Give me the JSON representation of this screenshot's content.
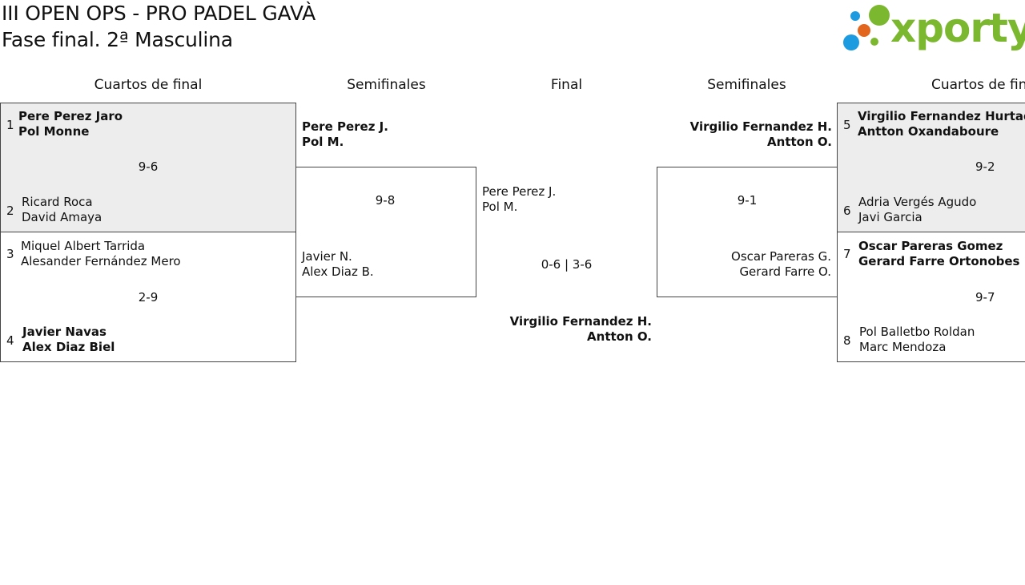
{
  "header": {
    "title": "III OPEN OPS - PRO PADEL GAVÀ",
    "subtitle": "Fase final. 2ª Masculina"
  },
  "logo": {
    "text": "xporty",
    "color": "#7cb82f",
    "dots": [
      "#1c9be0",
      "#7cb82f",
      "#e2661d"
    ]
  },
  "columns": {
    "left_quarters": "Cuartos de final",
    "left_semis": "Semifinales",
    "final": "Final",
    "right_semis": "Semifinales",
    "right_quarters": "Cuartos de final"
  },
  "left_quarters": [
    {
      "top": {
        "seed": "1",
        "p1": "Pere Perez Jaro",
        "p2": "Pol Monne"
      },
      "score": "9-6",
      "bottom": {
        "seed": "2",
        "p1": "Ricard Roca",
        "p2": "David Amaya"
      }
    },
    {
      "top": {
        "seed": "3",
        "p1": "Miquel Albert Tarrida",
        "p2": "Alesander Fernández Mero"
      },
      "score": "2-9",
      "bottom": {
        "seed": "4",
        "p1": "Javier Navas",
        "p2": "Alex Diaz Biel"
      }
    }
  ],
  "left_semi": {
    "top": {
      "p1": "Pere Perez J.",
      "p2": "Pol M."
    },
    "score": "9-8",
    "bottom": {
      "p1": "Javier N.",
      "p2": "Alex Diaz B."
    }
  },
  "final": {
    "top": {
      "p1": "Pere Perez J.",
      "p2": "Pol M."
    },
    "score": "0-6 | 3-6",
    "bottom": {
      "p1": "Virgilio Fernandez H.",
      "p2": "Antton O."
    }
  },
  "right_semi": {
    "top": {
      "p1": "Virgilio Fernandez H.",
      "p2": "Antton O."
    },
    "score": "9-1",
    "bottom": {
      "p1": "Oscar Pareras G.",
      "p2": "Gerard Farre O."
    }
  },
  "right_quarters": [
    {
      "top": {
        "seed": "5",
        "p1": "Virgilio Fernandez Hurtado",
        "p2": "Antton Oxandaboure"
      },
      "score": "9-2",
      "bottom": {
        "seed": "6",
        "p1": "Adria Vergés Agudo",
        "p2": "Javi Garcia"
      }
    },
    {
      "top": {
        "seed": "7",
        "p1": "Oscar Pareras Gomez",
        "p2": "Gerard Farre Ortonobes"
      },
      "score": "9-7",
      "bottom": {
        "seed": "8",
        "p1": "Pol Balletbo Roldan",
        "p2": "Marc Mendoza"
      }
    }
  ]
}
